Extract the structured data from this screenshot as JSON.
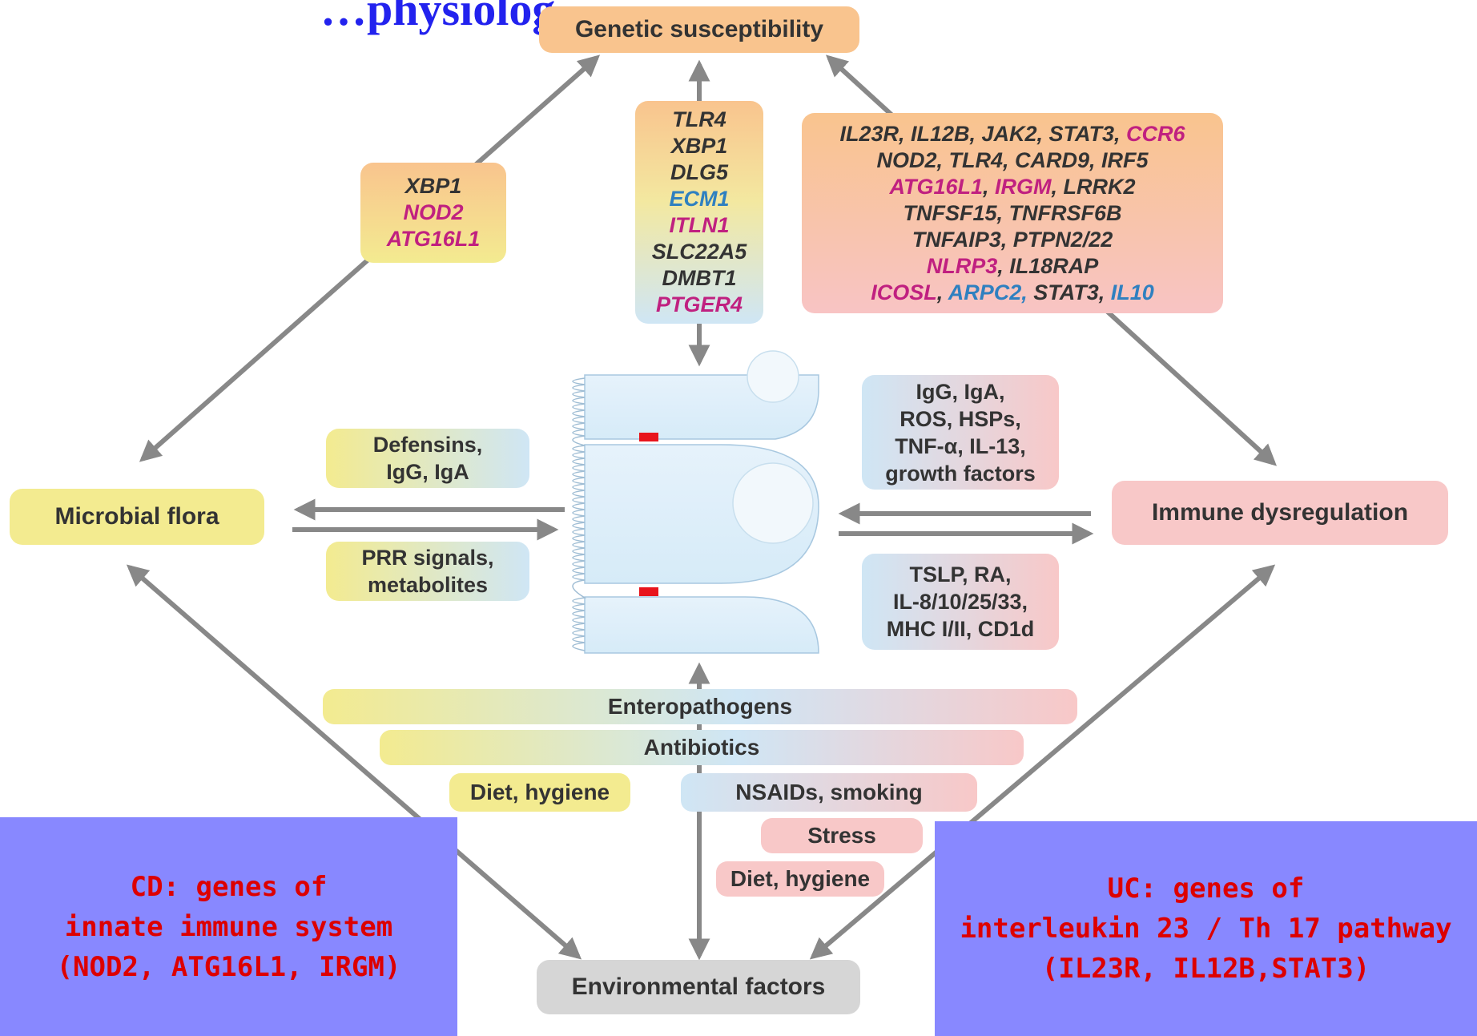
{
  "header": {
    "title_fragment": "…physiolog…"
  },
  "colors": {
    "black": "#333333",
    "magenta": "#c02080",
    "blue": "#2f80c0"
  },
  "nodes": {
    "genetic": "Genetic susceptibility",
    "microbial": "Microbial flora",
    "immune": "Immune dysregulation",
    "environmental": "Environmental factors"
  },
  "gene_boxes": {
    "left": [
      [
        {
          "t": "XBP1",
          "c": "black"
        }
      ],
      [
        {
          "t": "NOD2",
          "c": "magenta"
        }
      ],
      [
        {
          "t": "ATG16L1",
          "c": "magenta"
        }
      ]
    ],
    "center": [
      [
        {
          "t": "TLR4",
          "c": "black"
        }
      ],
      [
        {
          "t": "XBP1",
          "c": "black"
        }
      ],
      [
        {
          "t": "DLG5",
          "c": "black"
        }
      ],
      [
        {
          "t": "ECM1",
          "c": "blue"
        }
      ],
      [
        {
          "t": "ITLN1",
          "c": "magenta"
        }
      ],
      [
        {
          "t": "SLC22A5",
          "c": "black"
        }
      ],
      [
        {
          "t": "DMBT1",
          "c": "black"
        }
      ],
      [
        {
          "t": "PTGER4",
          "c": "magenta"
        }
      ]
    ],
    "right": [
      [
        {
          "t": "IL23R, IL12B, JAK2, STAT3, ",
          "c": "black"
        },
        {
          "t": "CCR6",
          "c": "magenta"
        }
      ],
      [
        {
          "t": "NOD2, TLR4, CARD9, IRF5",
          "c": "black"
        }
      ],
      [
        {
          "t": "ATG16L1",
          "c": "magenta"
        },
        {
          "t": ", ",
          "c": "black"
        },
        {
          "t": "IRGM",
          "c": "magenta"
        },
        {
          "t": ", LRRK2",
          "c": "black"
        }
      ],
      [
        {
          "t": "TNFSF15, TNFRSF6B",
          "c": "black"
        }
      ],
      [
        {
          "t": "TNFAIP3, PTPN2/22",
          "c": "black"
        }
      ],
      [
        {
          "t": "NLRP3",
          "c": "magenta"
        },
        {
          "t": ", IL18RAP",
          "c": "black"
        }
      ],
      [
        {
          "t": "ICOSL",
          "c": "magenta"
        },
        {
          "t": ", ",
          "c": "black"
        },
        {
          "t": "ARPC2,",
          "c": "blue"
        },
        {
          "t": " STAT3, ",
          "c": "black"
        },
        {
          "t": "IL10",
          "c": "blue"
        }
      ]
    ]
  },
  "signal_boxes": {
    "left_top": [
      "Defensins,",
      "IgG, IgA"
    ],
    "left_bottom": [
      "PRR signals,",
      "metabolites"
    ],
    "right_top": [
      "IgG, IgA,",
      "ROS, HSPs,",
      "TNF-α, IL-13,",
      "growth factors"
    ],
    "right_bottom": [
      "TSLP, RA,",
      "IL-8/10/25/33,",
      "MHC I/II, CD1d"
    ]
  },
  "factors": {
    "enteropathogens": "Enteropathogens",
    "antibiotics": "Antibiotics",
    "diet_hygiene_left": "Diet, hygiene",
    "nsaids": "NSAIDs, smoking",
    "stress": "Stress",
    "diet_hygiene_right": "Diet, hygiene"
  },
  "notes": {
    "cd": [
      "CD: genes of",
      "innate immune system",
      "(NOD2, ATG16L1, IRGM)"
    ],
    "uc": [
      "UC: genes of",
      "interleukin 23 / Th 17 pathway",
      "(IL23R, IL12B,STAT3)"
    ]
  }
}
